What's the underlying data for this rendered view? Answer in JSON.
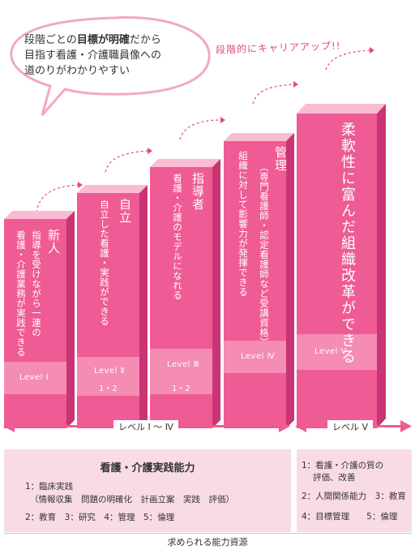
{
  "bubble": {
    "line1_pre": "段階ごとの",
    "line1_strong": "目標が明確",
    "line1_post": "だから",
    "line2": "目指す看護・介護職員像への",
    "line3": "道のりがわかりやすい"
  },
  "tagline": "段階的にキャリアアップ!!",
  "steps": [
    {
      "title": "新人",
      "desc1": "指導を受けながら一連の",
      "desc2": "看護・介護業務が実践できる",
      "level": "Level Ⅰ",
      "sub": ""
    },
    {
      "title": "自立",
      "desc1": "自立した看護・実践ができる",
      "desc2": "",
      "level": "Level Ⅱ",
      "sub": "1・2"
    },
    {
      "title": "指導者",
      "desc1": "看護・介護のモデルになれる",
      "desc2": "",
      "level": "Level Ⅲ",
      "sub": "1・2"
    },
    {
      "title": "管理",
      "desc1": "（専門看護師・認定看護師など受講資格）",
      "desc2": "組織に対して影響力が発揮できる",
      "level": "Level Ⅳ",
      "sub": ""
    },
    {
      "title": "柔軟性に富んだ組織改革ができる",
      "desc1": "",
      "desc2": "",
      "level": "Level Ⅴ",
      "sub": ""
    }
  ],
  "ranges": {
    "left": "レベル Ⅰ 〜 Ⅳ",
    "right": "レベル Ⅴ"
  },
  "box_main": {
    "title": "看護・介護実践能力",
    "line1": "1：臨床実践",
    "line2": "（情報収集　問題の明確化　計画立案　実践　評価）",
    "line3": "2：教育　3：研究　4：管理　5：倫理"
  },
  "box_side": {
    "line1": "1：看護・介護の質の",
    "line2": "評価、改善",
    "line3": "2：人間関係能力　3：教育",
    "line4": "4：目標管理　　5：倫理"
  },
  "footer": "求められる能力資源",
  "colors": {
    "front": "#ef5b94",
    "top": "#f9bcd3",
    "side": "#c93474",
    "accent": "#e3468a"
  }
}
